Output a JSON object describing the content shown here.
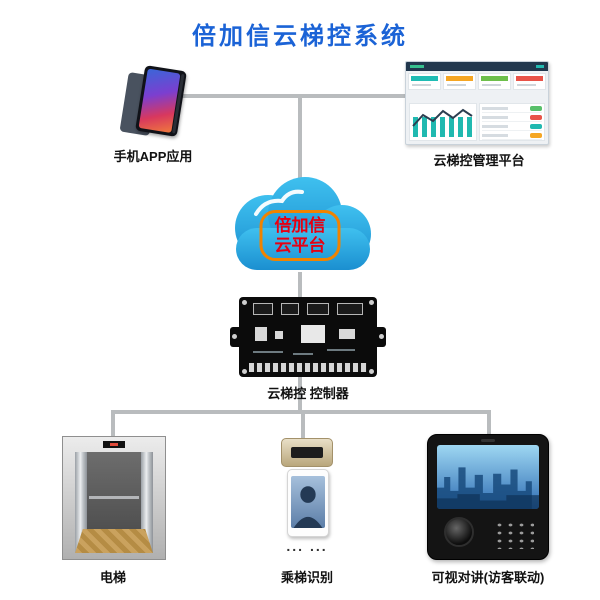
{
  "title": "倍加信云梯控系统",
  "cloud": {
    "line1": "倍加信",
    "line2": "云平台"
  },
  "nodes": {
    "phone": {
      "label": "手机APP应用"
    },
    "platform": {
      "label": "云梯控管理平台"
    },
    "controller": {
      "label": "云梯控 控制器"
    },
    "elevator": {
      "label": "电梯"
    },
    "recognition": {
      "label": "乘梯识别",
      "dots": "... ..."
    },
    "intercom": {
      "label": "可视对讲(访客联动)"
    }
  },
  "colors": {
    "title_blue": "#1b63d6",
    "connector_gray": "#b9bcbe",
    "cloud_blue_top": "#3fc0ef",
    "cloud_blue_bottom": "#1b8fd0",
    "cloud_text_red": "#e60012",
    "cloud_ring_orange": "#f08300"
  }
}
